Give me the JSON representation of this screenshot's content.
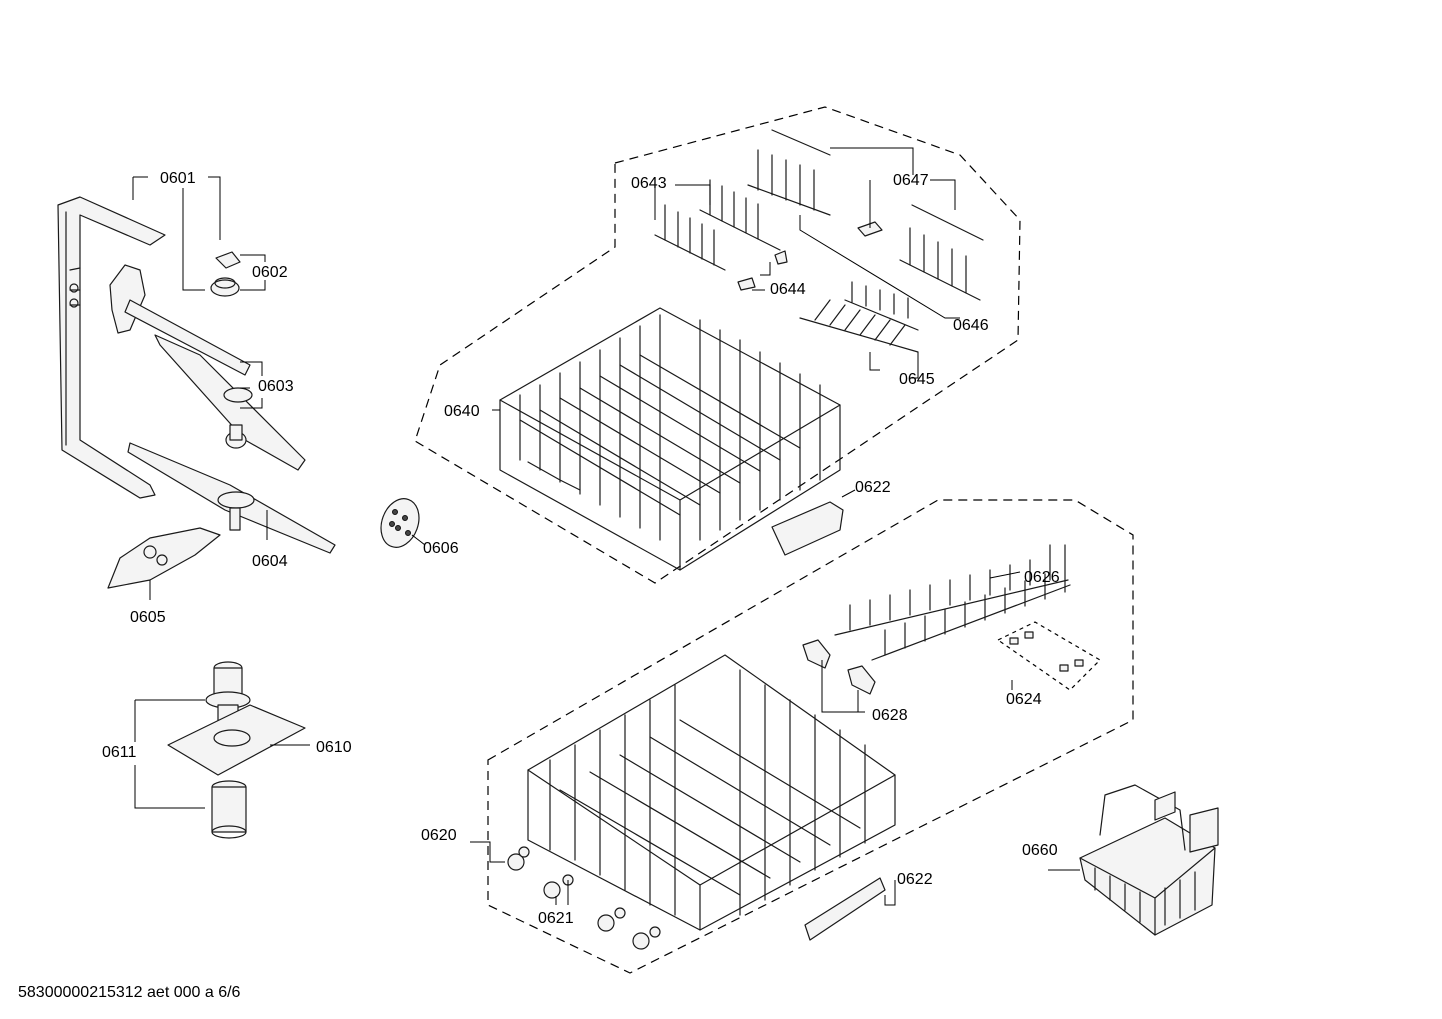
{
  "labels": {
    "l0601": "0601",
    "l0602": "0602",
    "l0603": "0603",
    "l0604": "0604",
    "l0605": "0605",
    "l0606": "0606",
    "l0610": "0610",
    "l0611": "0611",
    "l0620": "0620",
    "l0621": "0621",
    "l0622a": "0622",
    "l0622b": "0622",
    "l0624": "0624",
    "l0626": "0626",
    "l0628": "0628",
    "l0640": "0640",
    "l0643": "0643",
    "l0644": "0644",
    "l0645": "0645",
    "l0646": "0646",
    "l0647": "0647",
    "l0660": "0660"
  },
  "footer": {
    "document_code": "58300000215312 aet 000 a 6/6"
  }
}
